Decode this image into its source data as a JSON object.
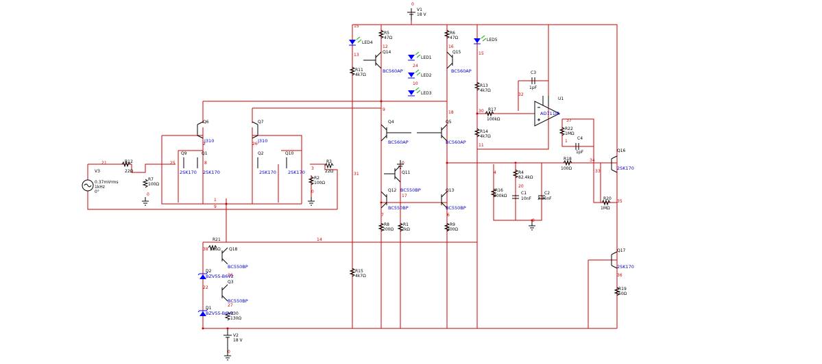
{
  "supplies": {
    "v1": {
      "ref": "V1",
      "value": "18 V"
    },
    "v2": {
      "ref": "V2",
      "value": "18 V"
    },
    "v3": {
      "ref": "V3",
      "lines": [
        "0.37mVrms",
        "1kHz",
        "0°"
      ]
    }
  },
  "resistors": [
    {
      "id": "r6",
      "ref": "R6",
      "value": "47Ω"
    },
    {
      "id": "r5",
      "ref": "R5",
      "value": "47Ω"
    },
    {
      "id": "r11",
      "ref": "R11",
      "value": "4k7Ω"
    },
    {
      "id": "r13",
      "ref": "R13",
      "value": "4k7Ω"
    },
    {
      "id": "r14",
      "ref": "R14",
      "value": "4k7Ω"
    },
    {
      "id": "r15",
      "ref": "R15",
      "value": "4k7Ω"
    },
    {
      "id": "r12",
      "ref": "R12",
      "value": "22Ω"
    },
    {
      "id": "r3",
      "ref": "R3",
      "value": "22Ω"
    },
    {
      "id": "r7",
      "ref": "R7",
      "value": "100Ω"
    },
    {
      "id": "r2",
      "ref": "R2",
      "value": "100Ω"
    },
    {
      "id": "r17",
      "ref": "R17",
      "value": "100kΩ"
    },
    {
      "id": "r22",
      "ref": "R22",
      "value": "1MΩ"
    },
    {
      "id": "r18",
      "ref": "R18",
      "value": "100Ω"
    },
    {
      "id": "r4",
      "ref": "R4",
      "value": "82.4kΩ"
    },
    {
      "id": "r16",
      "ref": "R16",
      "value": "400kΩ"
    },
    {
      "id": "r20",
      "ref": "R20",
      "value": "1MΩ"
    },
    {
      "id": "r8",
      "ref": "R8",
      "value": "200Ω"
    },
    {
      "id": "r1",
      "ref": "R1",
      "value": "2kΩ"
    },
    {
      "id": "r9",
      "ref": "R9",
      "value": "200Ω"
    },
    {
      "id": "r21",
      "ref": "R21",
      "value": "5k6Ω"
    },
    {
      "id": "r30",
      "ref": "R30",
      "value": "130Ω"
    },
    {
      "id": "r19",
      "ref": "R19",
      "value": "50Ω"
    }
  ],
  "capacitors": [
    {
      "id": "c3",
      "ref": "C3",
      "value": "1pF"
    },
    {
      "id": "c4",
      "ref": "C4",
      "value": "1pF"
    },
    {
      "id": "c1",
      "ref": "C1",
      "value": "10nF"
    },
    {
      "id": "c2",
      "ref": "C2",
      "value": "3.36nF"
    }
  ],
  "leds": [
    "LED4",
    "LED1",
    "LED2",
    "LED3",
    "LED5"
  ],
  "transistors": [
    {
      "id": "q14",
      "ref": "Q14",
      "model": "BC560AP"
    },
    {
      "id": "q15",
      "ref": "Q15",
      "model": "BC560AP"
    },
    {
      "id": "q4",
      "ref": "Q4",
      "model": "BC560AP"
    },
    {
      "id": "q5",
      "ref": "Q5",
      "model": "BC560AP"
    },
    {
      "id": "q11",
      "ref": "Q11",
      "model": ""
    },
    {
      "id": "q12",
      "ref": "Q12",
      "model": "BC550BP"
    },
    {
      "id": "q13",
      "ref": "Q13",
      "model": "BC550BP"
    },
    {
      "id": "q6",
      "ref": "Q6",
      "model": "J310"
    },
    {
      "id": "q7",
      "ref": "Q7",
      "model": "J310"
    },
    {
      "id": "q9",
      "ref": "Q9",
      "model": "2SK170"
    },
    {
      "id": "q1",
      "ref": "Q1",
      "model": "2SK170"
    },
    {
      "id": "q2",
      "ref": "Q2",
      "model": "2SK170"
    },
    {
      "id": "q10",
      "ref": "Q10",
      "model": "2SK170"
    },
    {
      "id": "q18",
      "ref": "Q18",
      "model": "BC550BP"
    },
    {
      "id": "q3",
      "ref": "Q3",
      "model": "BC550BP"
    },
    {
      "id": "q16",
      "ref": "Q16",
      "model": "2SK170"
    },
    {
      "id": "q17",
      "ref": "Q17",
      "model": "2SK170"
    }
  ],
  "opamp": {
    "ref": "U1",
    "model": "AD711JR"
  },
  "zeners": [
    {
      "id": "d2",
      "ref": "D2",
      "model": "BZV55-B6V2"
    },
    {
      "id": "d1",
      "ref": "D1",
      "model": "BZV55-B6V2"
    }
  ],
  "node_labels": [
    "0",
    "15",
    "12",
    "16",
    "13",
    "14",
    "15",
    "24",
    "10",
    "19",
    "9",
    "18",
    "32",
    "30",
    "37",
    "1",
    "11",
    "34",
    "33",
    "35",
    "2",
    "26",
    "25",
    "8",
    "3",
    "0",
    "0",
    "1",
    "9",
    "21",
    "31",
    "4",
    "20",
    "0",
    "17",
    "7",
    "6",
    "14",
    "38",
    "36",
    "22",
    "27",
    "0",
    "36",
    "0"
  ],
  "colors": {
    "wire": "#cc0000",
    "symbol": "#000000",
    "model": "#0000cc",
    "led": "#0000ff",
    "led_arrow": "#00aa00"
  }
}
